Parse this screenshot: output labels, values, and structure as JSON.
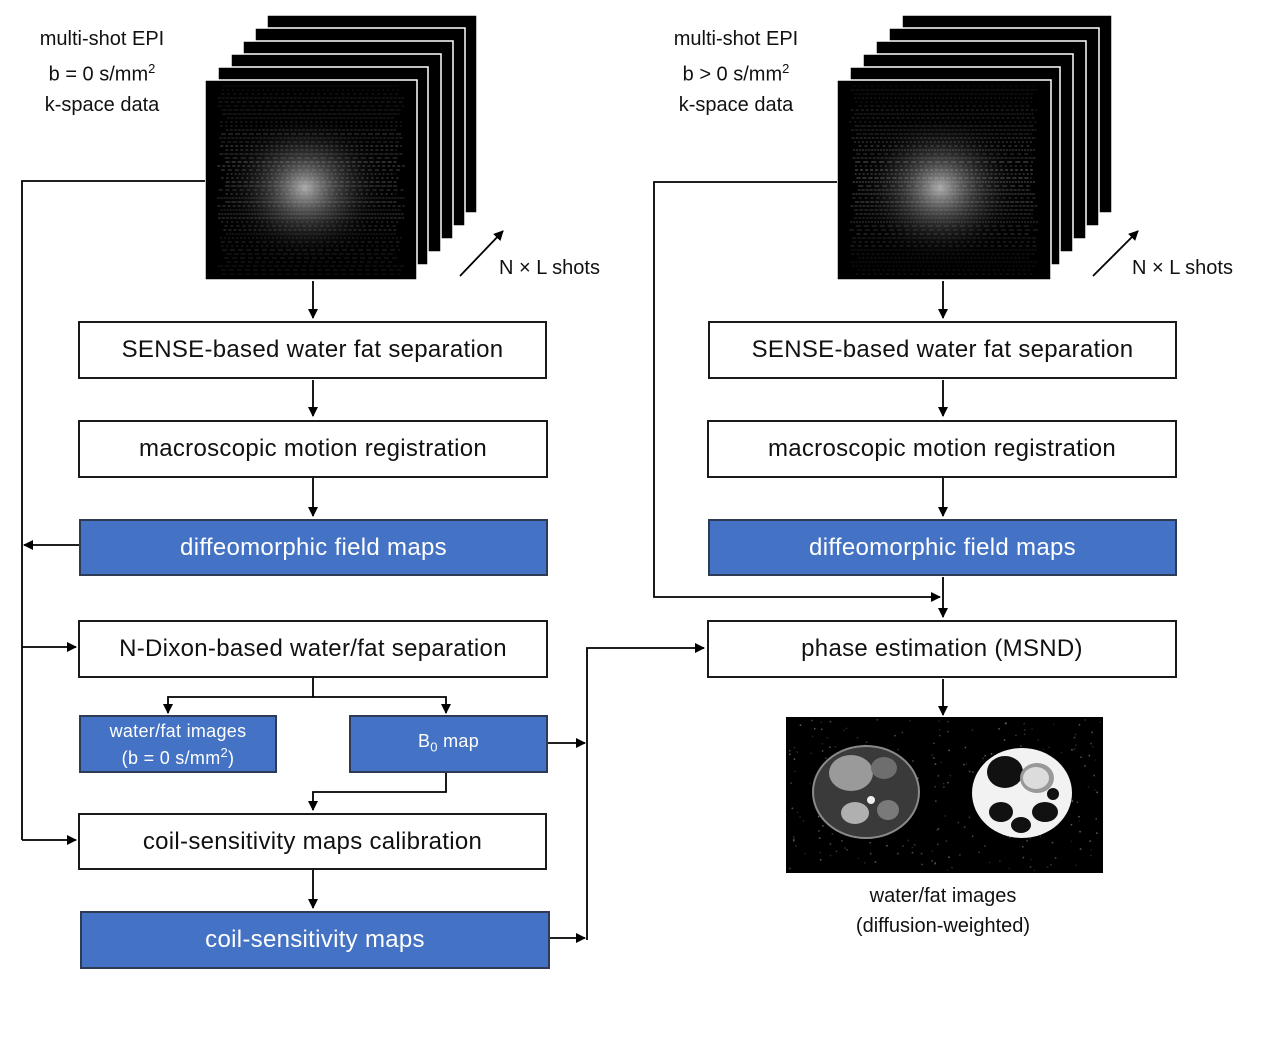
{
  "left_column": {
    "header": {
      "line1": "multi-shot EPI",
      "line2_prefix": "b = 0 s/mm",
      "line2_sup": "2",
      "line3": "k-space data"
    },
    "shots_label": "N × L shots",
    "boxes": {
      "sense": "SENSE-based water fat separation",
      "registration": "macroscopic motion registration",
      "field_maps": "diffeomorphic field maps",
      "ndixon": "N-Dixon-based water/fat separation",
      "water_fat_line1": "water/fat images",
      "water_fat_line2_prefix": "(b = 0 s/mm",
      "water_fat_line2_sup": "2",
      "water_fat_line2_suffix": ")",
      "b0_prefix": "B",
      "b0_sub": "0",
      "b0_suffix": " map",
      "calibration": "coil-sensitivity maps calibration",
      "coil_maps": "coil-sensitivity maps"
    }
  },
  "right_column": {
    "header": {
      "line1": "multi-shot EPI",
      "line2_prefix": "b > 0 s/mm",
      "line2_sup": "2",
      "line3": "k-space data"
    },
    "shots_label": "N × L shots",
    "boxes": {
      "sense": "SENSE-based water fat separation",
      "registration": "macroscopic motion registration",
      "field_maps": "diffeomorphic field maps",
      "phase": "phase estimation (MSND)"
    },
    "output_caption_line1": "water/fat images",
    "output_caption_line2": "(diffusion-weighted)"
  },
  "colors": {
    "accent_box": "#4472c4",
    "line": "#000000",
    "kspace_background": "#000000"
  }
}
